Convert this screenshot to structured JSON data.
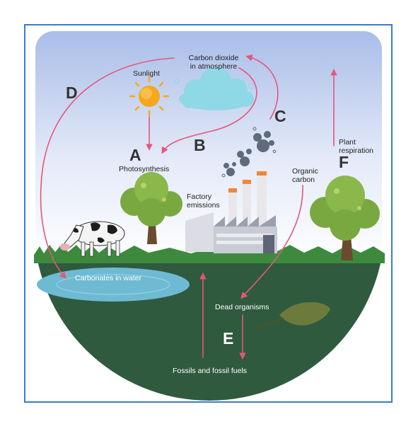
{
  "colors": {
    "frame_border": "#3a7bd5",
    "sky_top": "#a9bde8",
    "sky_bottom": "#ffffff",
    "ground": "#2f5a3e",
    "grass": "#3d8a3f",
    "arrow": "#e8557a",
    "water": "#6fbad3",
    "sun": "#f5a81c",
    "cloud": "#8fd8e6"
  },
  "labels": {
    "co2": "Carbon dioxide\nin atmosphere",
    "sunlight": "Sunlight",
    "photosynthesis": "Photosynthesis",
    "factory": "Factory\nemissions",
    "organic_carbon": "Organic\ncarbon",
    "plant_respiration": "Plant\nrespiration",
    "carbonates": "Carbonates in water",
    "dead_organisms": "Dead organisms",
    "fossils": "Fossils and fossil fuels"
  },
  "letters": {
    "a": "A",
    "b": "B",
    "c": "C",
    "d": "D",
    "e": "E",
    "f": "F"
  }
}
